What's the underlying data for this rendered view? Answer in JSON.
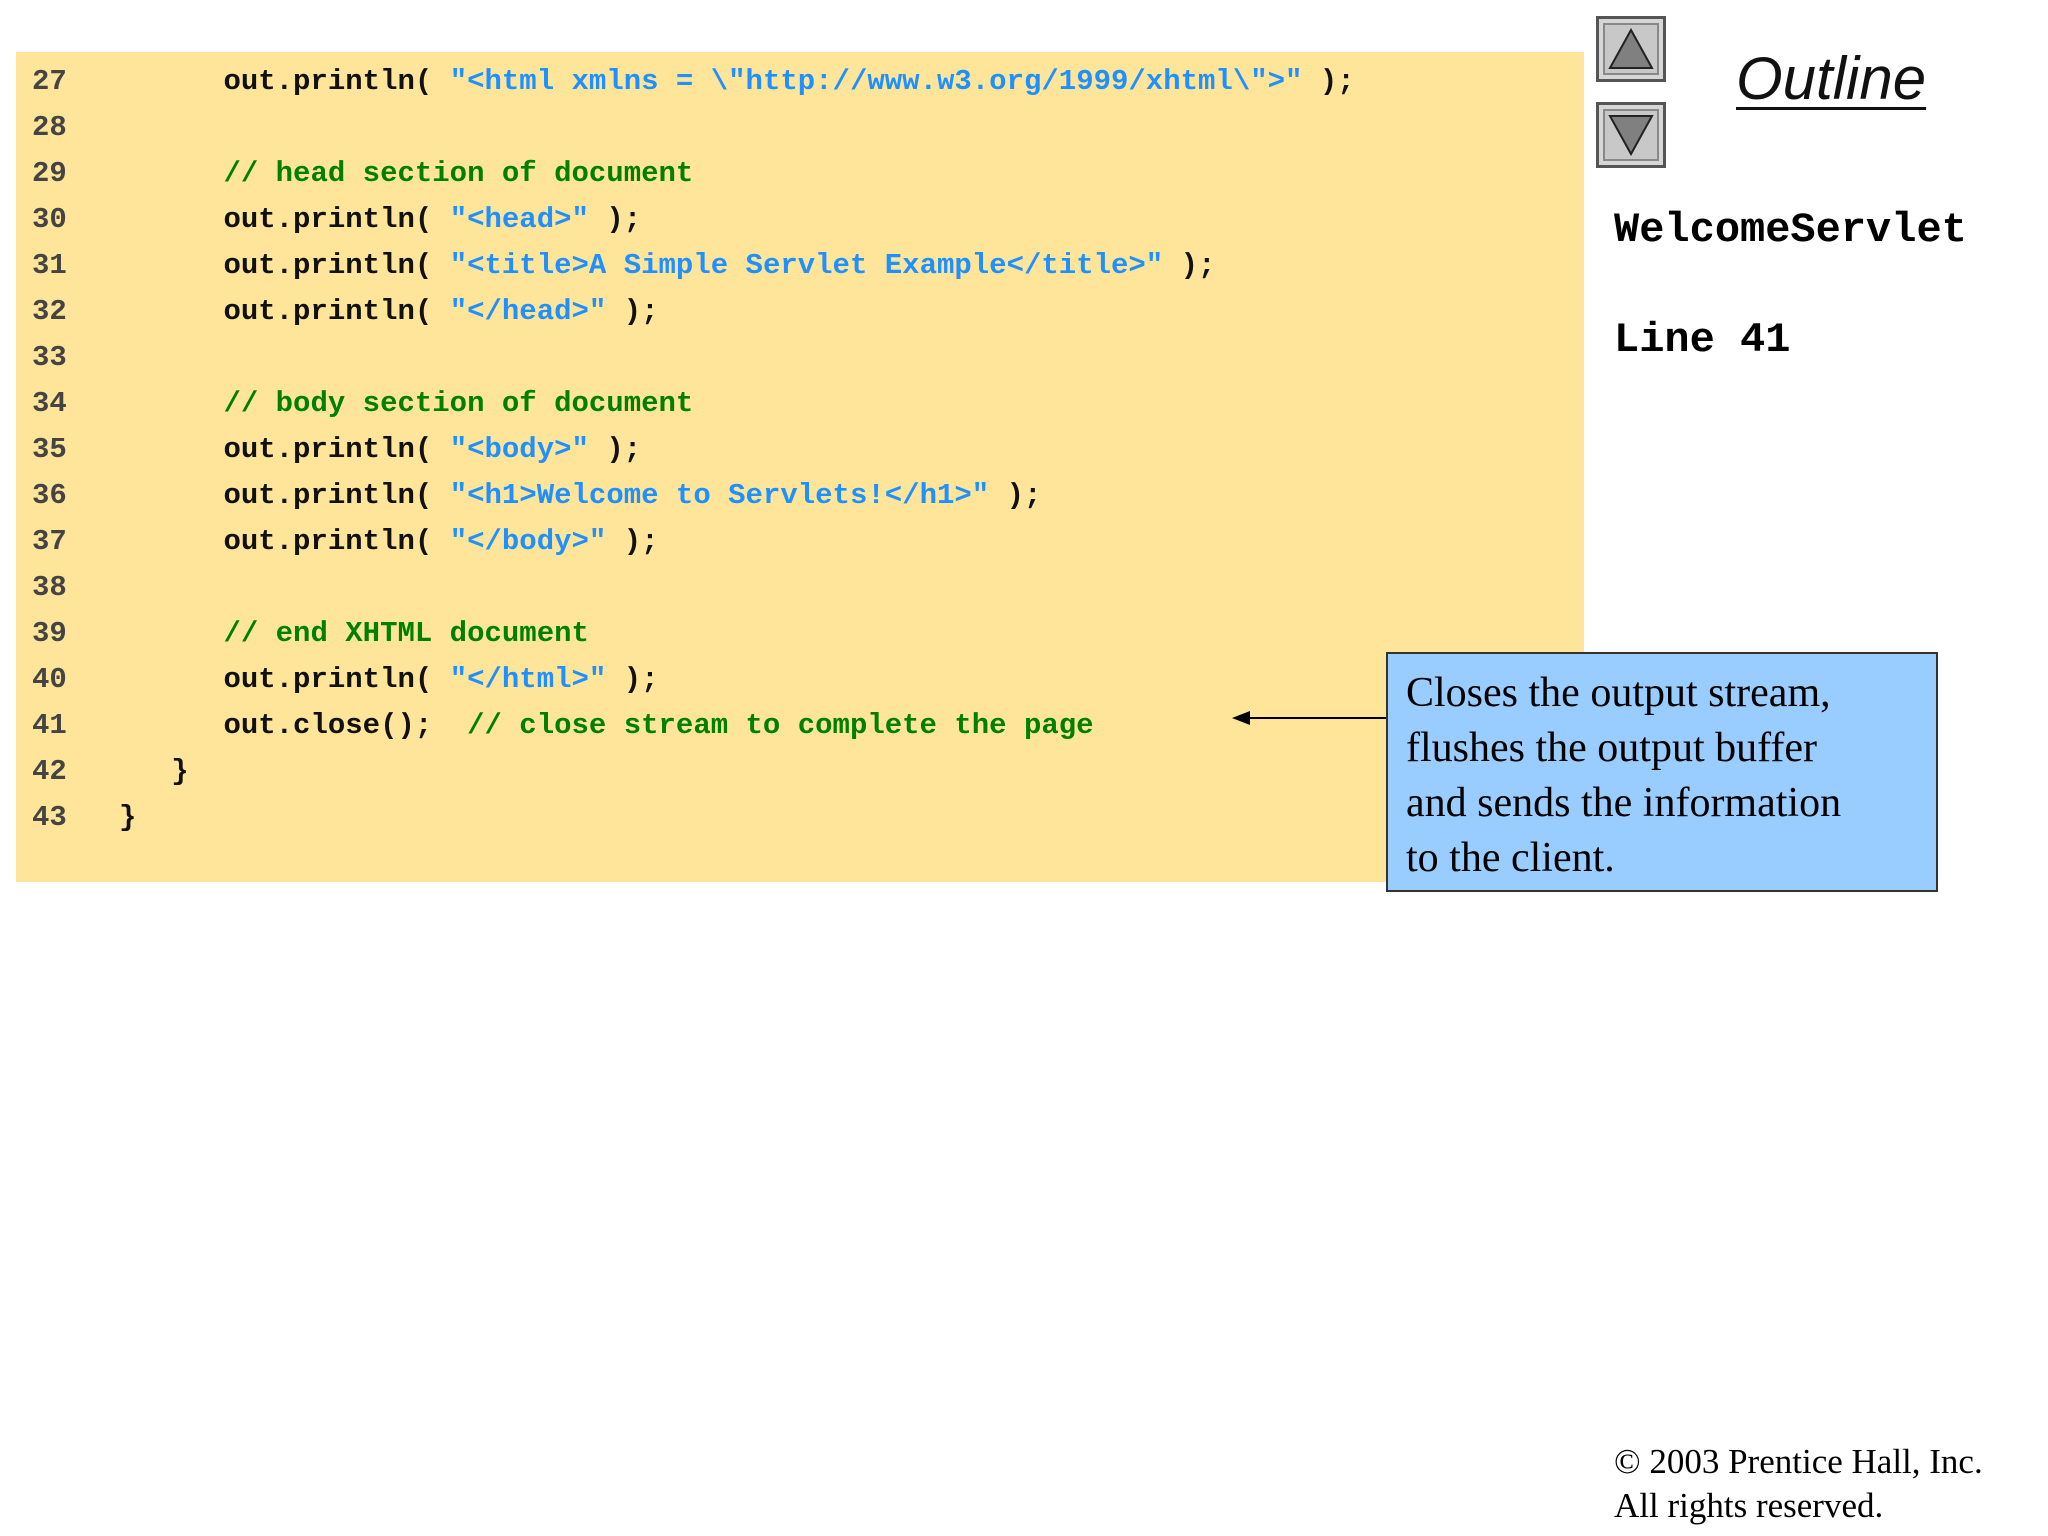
{
  "slide": {
    "outline_title": "Outline",
    "file_label": "WelcomeServlet",
    "line_label": "Line 41",
    "code_lines": [
      {
        "num": "27",
        "parts": [
          {
            "t": "tx",
            "v": "         out.println( "
          },
          {
            "t": "st",
            "v": "\"<html xmlns = \\\"http://www.w3.org/1999/xhtml\\\">\""
          },
          {
            "t": "tx",
            "v": " );"
          }
        ]
      },
      {
        "num": "28",
        "parts": []
      },
      {
        "num": "29",
        "parts": [
          {
            "t": "cm",
            "v": "         // head section of document"
          }
        ]
      },
      {
        "num": "30",
        "parts": [
          {
            "t": "tx",
            "v": "         out.println( "
          },
          {
            "t": "st",
            "v": "\"<head>\""
          },
          {
            "t": "tx",
            "v": " );"
          }
        ]
      },
      {
        "num": "31",
        "parts": [
          {
            "t": "tx",
            "v": "         out.println( "
          },
          {
            "t": "st",
            "v": "\"<title>A Simple Servlet Example</title>\""
          },
          {
            "t": "tx",
            "v": " );"
          }
        ]
      },
      {
        "num": "32",
        "parts": [
          {
            "t": "tx",
            "v": "         out.println( "
          },
          {
            "t": "st",
            "v": "\"</head>\""
          },
          {
            "t": "tx",
            "v": " );"
          }
        ]
      },
      {
        "num": "33",
        "parts": []
      },
      {
        "num": "34",
        "parts": [
          {
            "t": "cm",
            "v": "         // body section of document"
          }
        ]
      },
      {
        "num": "35",
        "parts": [
          {
            "t": "tx",
            "v": "         out.println( "
          },
          {
            "t": "st",
            "v": "\"<body>\""
          },
          {
            "t": "tx",
            "v": " );"
          }
        ]
      },
      {
        "num": "36",
        "parts": [
          {
            "t": "tx",
            "v": "         out.println( "
          },
          {
            "t": "st",
            "v": "\"<h1>Welcome to Servlets!</h1>\""
          },
          {
            "t": "tx",
            "v": " );"
          }
        ]
      },
      {
        "num": "37",
        "parts": [
          {
            "t": "tx",
            "v": "         out.println( "
          },
          {
            "t": "st",
            "v": "\"</body>\""
          },
          {
            "t": "tx",
            "v": " );"
          }
        ]
      },
      {
        "num": "38",
        "parts": []
      },
      {
        "num": "39",
        "parts": [
          {
            "t": "cm",
            "v": "         // end XHTML document"
          }
        ]
      },
      {
        "num": "40",
        "parts": [
          {
            "t": "tx",
            "v": "         out.println( "
          },
          {
            "t": "st",
            "v": "\"</html>\""
          },
          {
            "t": "tx",
            "v": " );"
          }
        ]
      },
      {
        "num": "41",
        "parts": [
          {
            "t": "tx",
            "v": "         out.close();  "
          },
          {
            "t": "cm",
            "v": "// close stream to complete the page"
          }
        ]
      },
      {
        "num": "42",
        "parts": [
          {
            "t": "tx",
            "v": "      }"
          }
        ]
      },
      {
        "num": "43",
        "parts": [
          {
            "t": "tx",
            "v": "   }"
          }
        ]
      }
    ],
    "callout_lines": [
      "Closes the output stream,",
      "flushes the output buffer",
      "and sends the information",
      "to the client."
    ],
    "footer_lines": [
      "© 2003 Prentice Hall, Inc.",
      "All rights reserved."
    ],
    "icons": {
      "prev": "triangle-up-icon",
      "next": "triangle-down-icon"
    },
    "colors": {
      "code_background": "#ffe599",
      "comment": "#008000",
      "string": "#1e90ff",
      "callout_background": "#99ccff"
    }
  }
}
